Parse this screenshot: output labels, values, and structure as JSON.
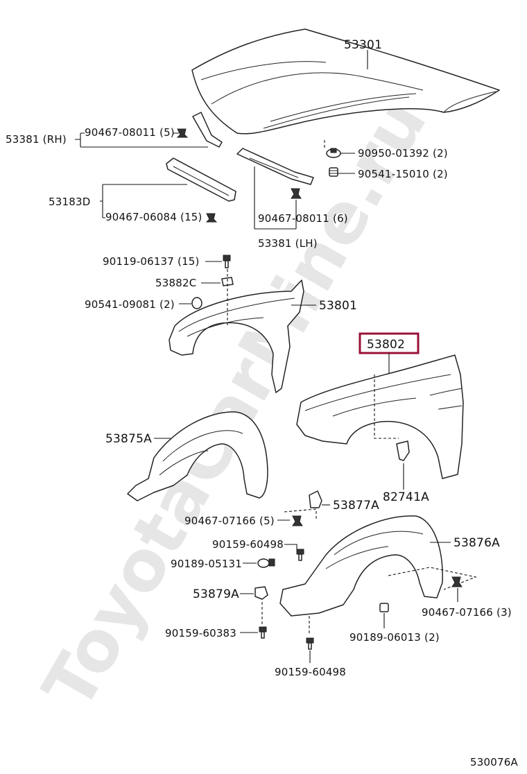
{
  "watermark": "ToyotaCarMine.ru",
  "diagram_code": "530076A",
  "highlight_color": "#9a1037",
  "labels": {
    "hood": "53301",
    "seal_rh": "53381 (RH)",
    "clip_90467_08011_5": "90467-08011 (5)",
    "cushion_90950": "90950-01392 (2)",
    "cushion_90541_15010": "90541-15010 (2)",
    "panel_53183d": "53183D",
    "clip_90467_06084": "90467-06084 (15)",
    "clip_90467_08011_6": "90467-08011 (6)",
    "seal_lh": "53381 (LH)",
    "bolt_90119": "90119-06137 (15)",
    "bracket_53882c": "53882C",
    "cushion_90541_09081": "90541-09081 (2)",
    "fender_lh": "53801",
    "fender_rh": "53802",
    "liner_53875a": "53875A",
    "bracket_82741a": "82741A",
    "seal_53877a": "53877A",
    "clip_90467_07166_5": "90467-07166 (5)",
    "screw_90159_60498_a": "90159-60498",
    "liner_53876a": "53876A",
    "nut_90189_05131": "90189-05131",
    "seal_53879a": "53879A",
    "clip_90467_07166_3": "90467-07166 (3)",
    "screw_90159_60383": "90159-60383",
    "nut_90189_06013": "90189-06013 (2)",
    "screw_90159_60498_b": "90159-60498"
  }
}
